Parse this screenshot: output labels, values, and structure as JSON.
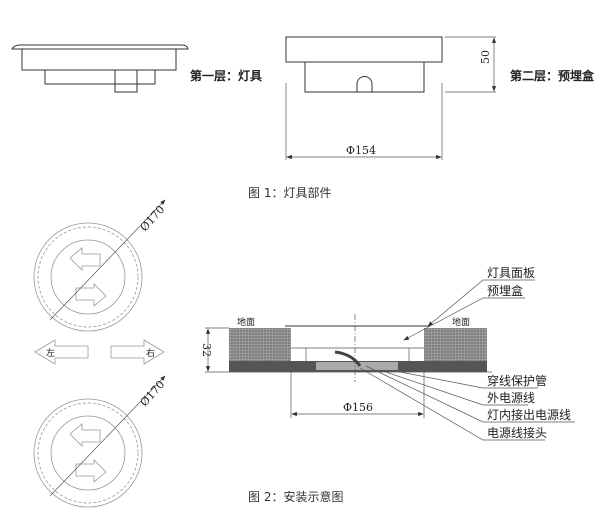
{
  "figure1": {
    "layer1_label": "第一层：灯具",
    "layer2_label": "第二层：预埋盒",
    "height_dim": "50",
    "diameter_dim": "Φ154",
    "caption": "图 1：灯具部件"
  },
  "figure2": {
    "top_view_diameter_1": "Ø170",
    "top_view_diameter_2": "Ø170",
    "left_arrow_label": "左",
    "right_arrow_label": "右",
    "ground_left": "地面",
    "ground_right": "地面",
    "depth_dim": "32",
    "diameter_dim": "Φ156",
    "callouts": [
      "灯具面板",
      "预埋盒",
      "穿线保护管",
      "外电源线",
      "灯内接出电源线",
      "电源线接头"
    ],
    "caption": "图 2：安装示意图"
  }
}
